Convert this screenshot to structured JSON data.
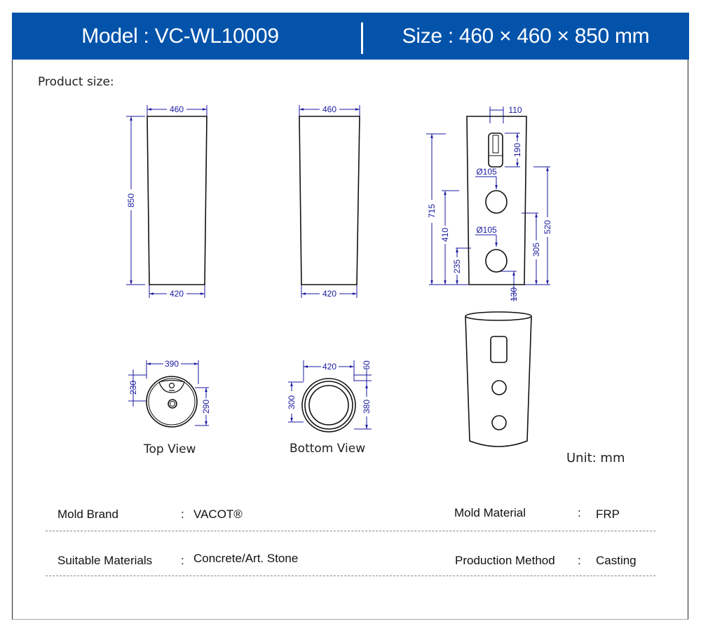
{
  "header": {
    "model": "Model : VC-WL10009",
    "size": "Size : 460 × 460 × 850 mm",
    "color": "#0353AB"
  },
  "section_title": "Product size:",
  "front_view": {
    "top_width": "460",
    "bottom_width": "420",
    "height": "850"
  },
  "side_view": {
    "top_width": "460",
    "bottom_width": "420"
  },
  "back_view": {
    "dims": {
      "d110": "110",
      "d190": "190",
      "hole1": "Ø105",
      "hole2": "Ø105",
      "d715": "715",
      "d410": "410",
      "d235": "235",
      "d520": "520",
      "d305": "305",
      "d130": "130"
    }
  },
  "top_view": {
    "caption": "Top View",
    "d390": "390",
    "d230": "230",
    "d290": "290"
  },
  "bottom_view": {
    "caption": "Bottom View",
    "d420": "420",
    "d60": "60",
    "d300": "300",
    "d380": "380"
  },
  "unit": "Unit:  mm",
  "specs": [
    {
      "label": "Mold Brand",
      "sep": ":",
      "value": "VACOT®"
    },
    {
      "label": "Mold Material",
      "sep": ":",
      "value": "FRP"
    },
    {
      "label": "Suitable Materials",
      "sep": ":",
      "value": "Concrete/Art. Stone"
    },
    {
      "label": "Production Method",
      "sep": ":",
      "value": "Casting"
    }
  ]
}
